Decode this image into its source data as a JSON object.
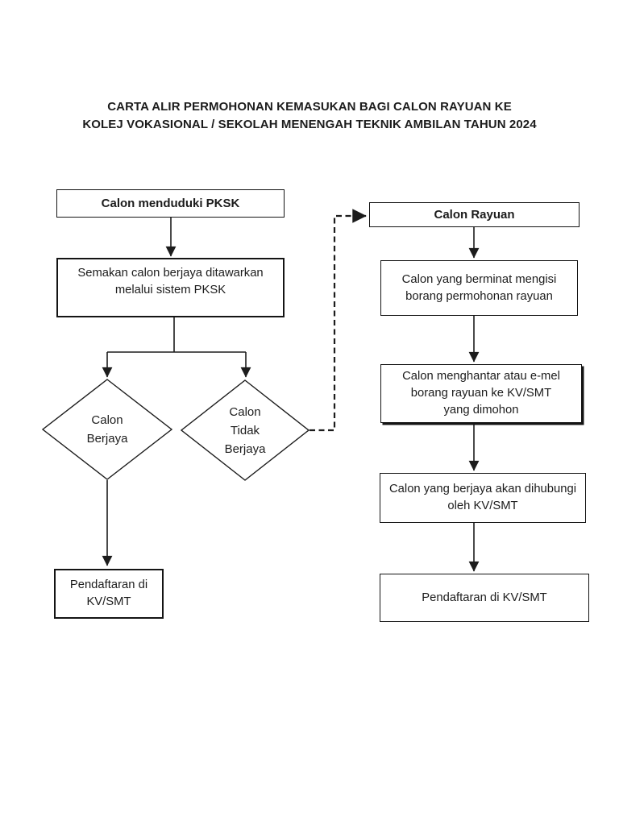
{
  "page": {
    "title": "CARTA ALIR PERMOHONAN KEMASUKAN BAGI CALON RAYUAN KE\nKOLEJ VOKASIONAL / SEKOLAH MENENGAH TEKNIK AMBILAN TAHUN 2024",
    "background_color": "#ffffff"
  },
  "colors": {
    "line": "#1c1c1c",
    "box_border": "#141414",
    "text": "#1c1c1c"
  },
  "flowchart": {
    "main_path": {
      "start": "Calon menduduki PKSK",
      "check": "Semakan calon berjaya ditawarkan\nmelalui sistem PKSK",
      "decision_success": "Calon\nBerjaya",
      "decision_fail": "Calon\nTidak\nBerjaya",
      "registration": "Pendaftaran di\nKV/SMT"
    },
    "appeal_path": {
      "start": "Calon Rayuan",
      "fill_form": "Calon yang berminat mengisi\nborang permohonan rayuan",
      "send_form": "Calon menghantar atau e-mel\nborang rayuan ke KV/SMT\nyang dimohon",
      "contacted": "Calon yang berjaya akan dihubungi\noleh KV/SMT",
      "registration": "Pendaftaran di KV/SMT"
    }
  }
}
